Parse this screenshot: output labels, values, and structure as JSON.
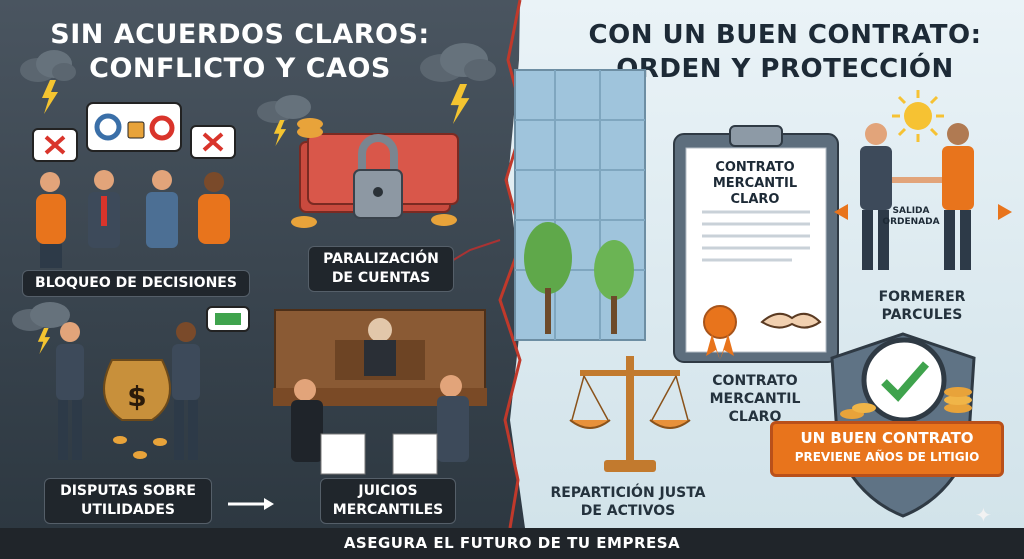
{
  "left": {
    "headline_line1": "SIN ACUERDOS CLAROS:",
    "headline_line2": "CONFLICTO Y CAOS",
    "labels": {
      "decisions": "BLOQUEO DE DECISIONES",
      "accounts_line1": "PARALIZACIÓN",
      "accounts_line2": "DE CUENTAS",
      "disputes_line1": "DISPUTAS SOBRE",
      "disputes_line2": "UTILIDADES",
      "trials_line1": "JUICIOS",
      "trials_line2": "MERCANTILES"
    }
  },
  "right": {
    "headline_line1": "CON UN BUEN CONTRATO:",
    "headline_line2": "ORDEN Y PROTECCIÓN",
    "document_title_line1": "CONTRATO",
    "document_title_line2": "MERCANTIL CLARO",
    "sign_line1": "SALIDA",
    "sign_line2": "ORDENADA",
    "exit_label_line1": "FORMERER",
    "exit_label_line2": "PARCULES",
    "contract_label_line1": "CONTRATO",
    "contract_label_line2": "MERCANTIL",
    "contract_label_line3": "CLARO",
    "scale_label_line1": "REPARTICIÓN JUSTA",
    "scale_label_line2": "DE ACTIVOS",
    "banner_line1": "UN BUEN CONTRATO",
    "banner_line2": "PREVIENE AÑOS DE LITIGIO"
  },
  "footer": "ASEGURA EL FUTURO DE TU EMPRESA",
  "colors": {
    "left_bg": "#3c4751",
    "right_bg": "#e2eef3",
    "accent_orange": "#e8741c",
    "crack_red": "#c0392b",
    "footer_bg": "#20252a"
  },
  "icons": [
    "storm-cloud-icon",
    "lightning-icon",
    "x-mark-icon",
    "gear-icon",
    "lock-icon",
    "money-bag-icon",
    "cash-icon",
    "gavel-judge-icon",
    "handshake-icon",
    "sun-icon",
    "scale-icon",
    "clock-check-icon",
    "shield-icon",
    "coin-stack-icon",
    "sparkle-icon"
  ]
}
